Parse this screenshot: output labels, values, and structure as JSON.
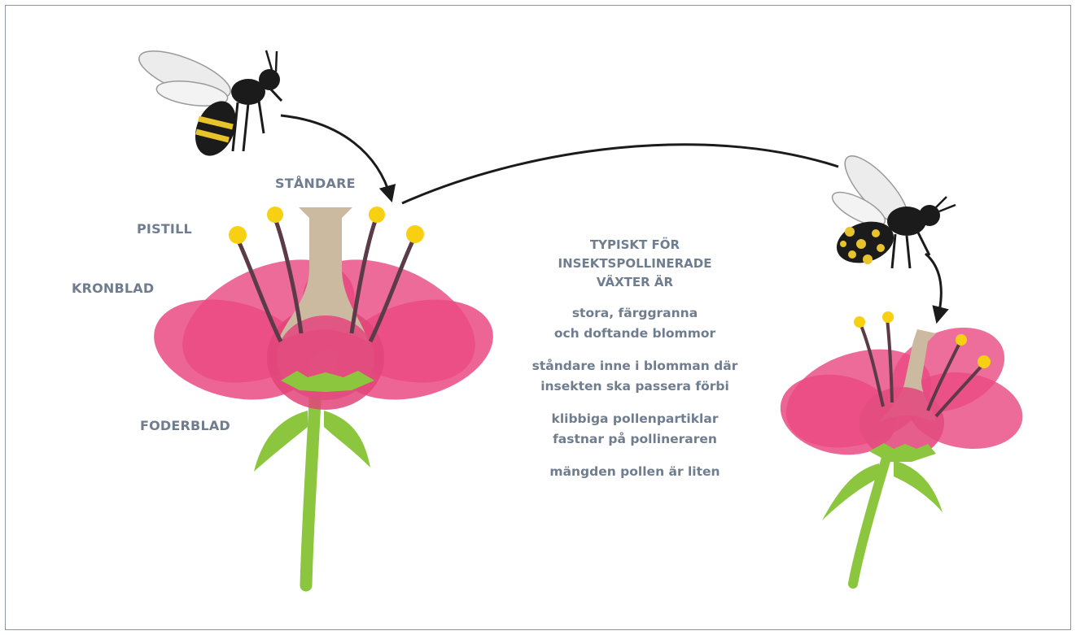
{
  "labels": {
    "standare": "STÅNDARE",
    "pistill": "PISTILL",
    "kronblad": "KRONBLAD",
    "foderblad": "FODERBLAD"
  },
  "info": {
    "heading": "TYPISKT FÖR\nINSEKTSPOLLINERADE\nVÄXTER ÄR",
    "items": [
      "stora, färggranna\noch doftande blommor",
      "ståndare inne i blomman där\ninsekten ska passera förbi",
      "klibbiga pollenpartiklar\nfastnar på pollineraren",
      "mängden pollen är liten"
    ]
  },
  "colors": {
    "petal": "#e9467f",
    "petal_light": "#ef6f9a",
    "stem": "#8cc63f",
    "pistil": "#cbb9a0",
    "anther": "#f6d011",
    "filament": "#5b3b47",
    "bee_body": "#1b1b1b",
    "bee_stripe": "#e8c42c",
    "label_text": "#6f7d8f",
    "frame": "#8a94a3"
  },
  "icons": [
    "bee-icon",
    "flower-icon",
    "arrow-icon"
  ]
}
